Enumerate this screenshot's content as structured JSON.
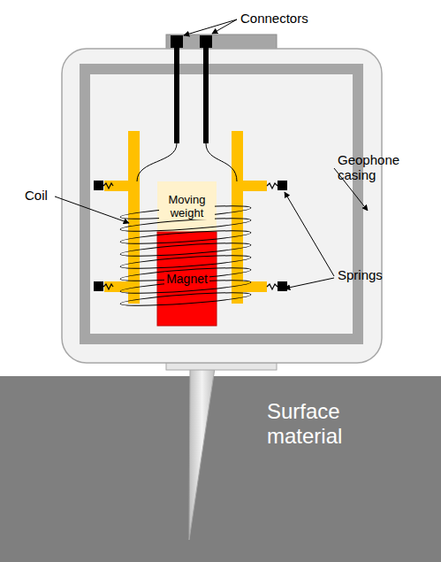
{
  "diagram": {
    "nodes": [
      {
        "text": [
          "Moving weight"
        ]
      },
      {
        "text": [
          "Magnet"
        ]
      },
      {
        "text": [
          "Surface material"
        ]
      }
    ],
    "labels": [
      "Connectors",
      "Geophone casing",
      "Coil",
      "Springs"
    ]
  }
}
